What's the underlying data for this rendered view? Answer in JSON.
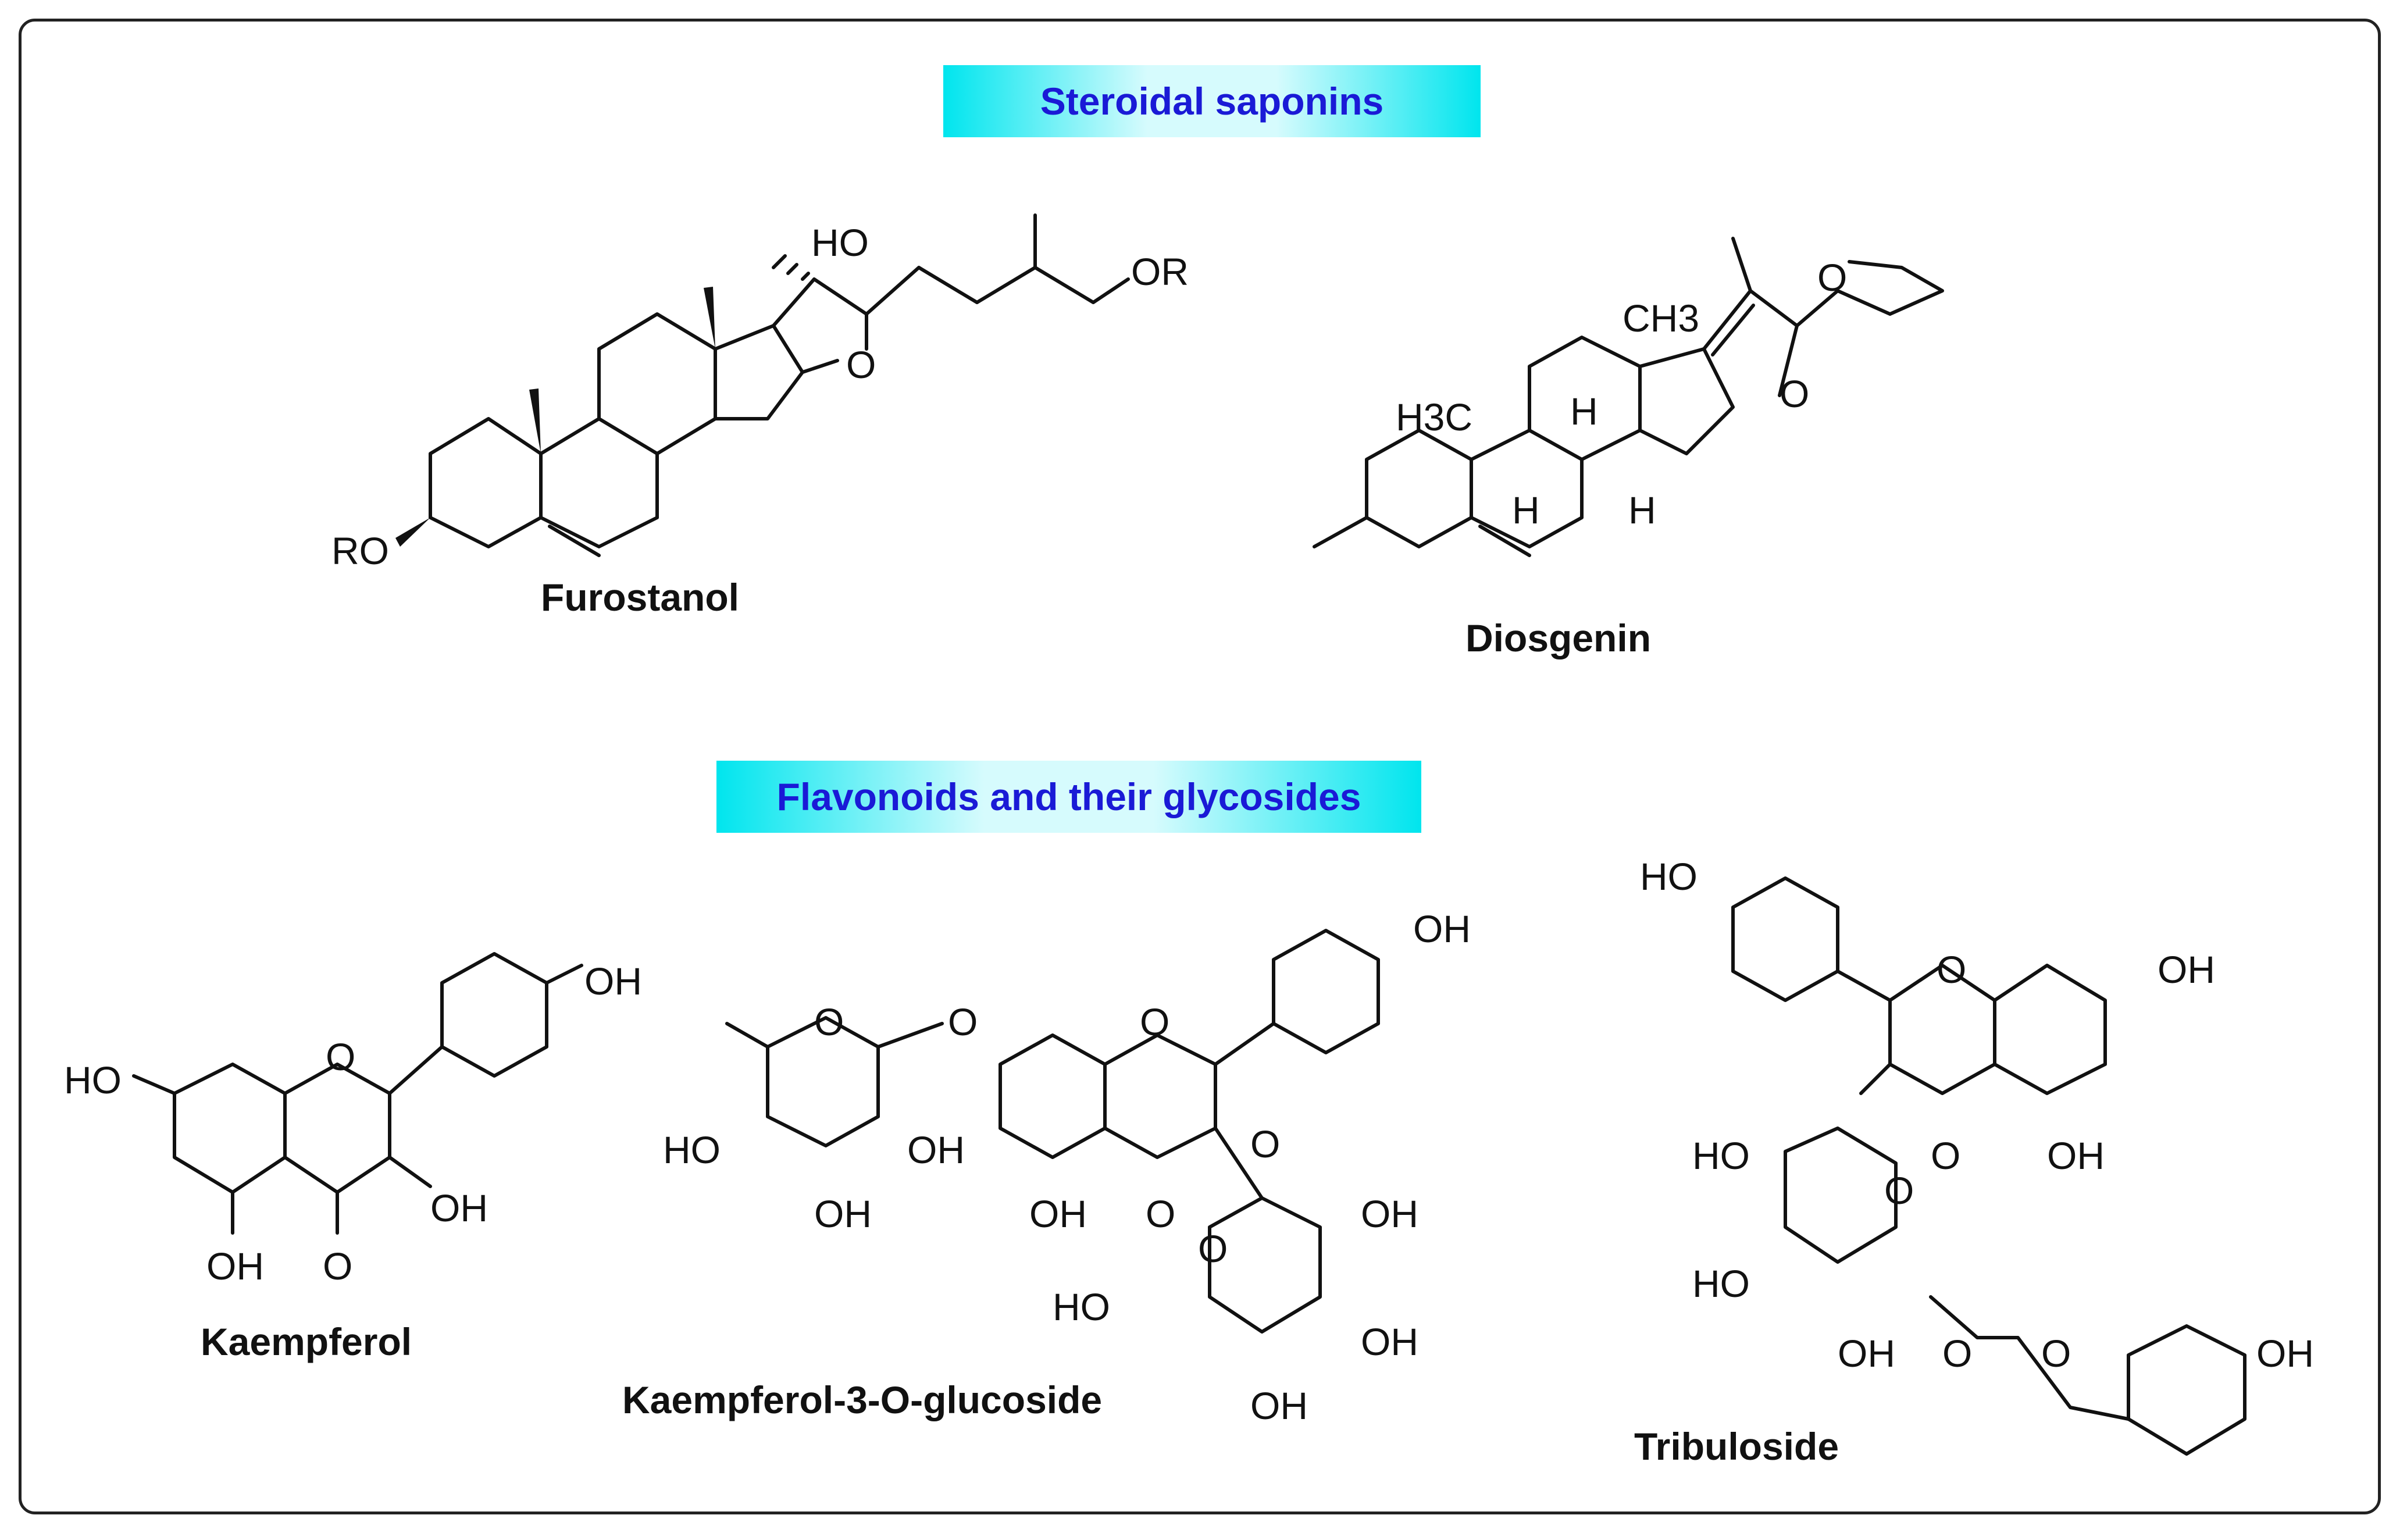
{
  "banners": {
    "steroidal": "Steroidal saponins",
    "flavonoids": "Flavonoids and their glycosides"
  },
  "compounds": {
    "furostanol": "Furostanol",
    "diosgenin": "Diosgenin",
    "kaempferol": "Kaempferol",
    "kaempferol_glucoside": "Kaempferol-3-O-glucoside",
    "tribuloside": "Tribuloside"
  },
  "atoms": {
    "ho": "HO",
    "oh": "OH",
    "o": "O",
    "or": "OR",
    "ro": "RO",
    "h": "H",
    "h3c": "H3C",
    "ch3": "CH3"
  },
  "colors": {
    "banner_text": "#1a1ad6",
    "banner_fill": "#00e5ee",
    "frame": "#222222"
  }
}
